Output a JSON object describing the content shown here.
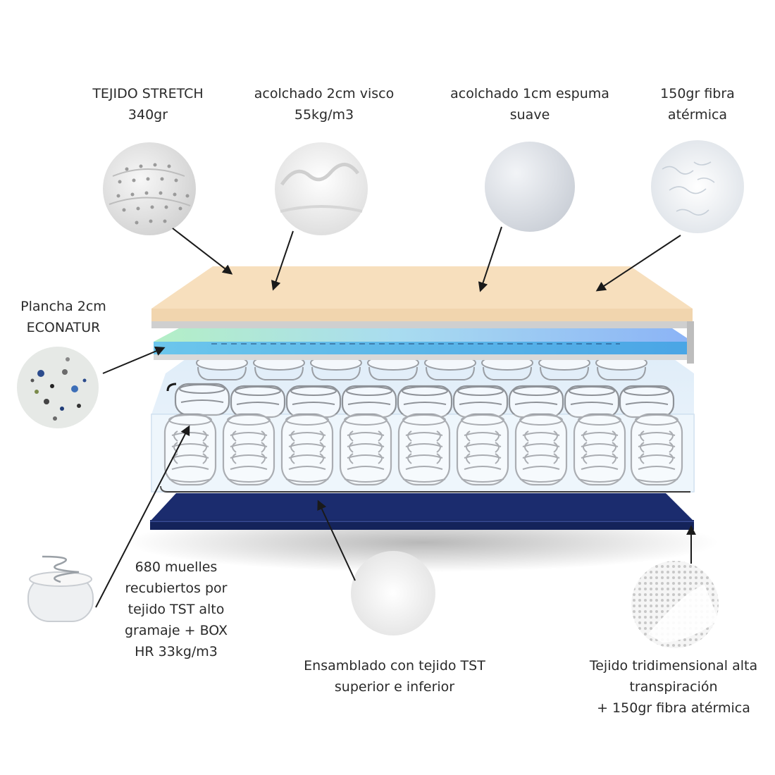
{
  "labels": {
    "tejido_stretch": [
      "TEJIDO STRETCH",
      "340gr"
    ],
    "visco": [
      "acolchado 2cm visco",
      "55kg/m3"
    ],
    "espuma": [
      "acolchado 1cm espuma",
      "suave"
    ],
    "fibra": [
      "150gr fibra",
      "atérmica"
    ],
    "plancha": [
      "Plancha 2cm",
      "ECONATUR"
    ],
    "muelles": [
      "680 muelles",
      "recubiertos por",
      "tejido TST alto",
      "gramaje + BOX",
      "HR 33kg/m3"
    ],
    "ensamblado": [
      "Ensamblado con tejido TST",
      "superior e inferior"
    ],
    "tridimensional": [
      "Tejido tridimensional alta",
      "transpiración",
      "+ 150gr fibra atérmica"
    ]
  },
  "colors": {
    "top_layer": "#f7dfbd",
    "top_edge": "#ecd0a8",
    "foam_green": "#b6eec7",
    "foam_blue": "#8bb8f5",
    "foam_edge": "#62b8e8",
    "base_blue": "#1b2c6e",
    "base_edge": "#2a3d8a",
    "springs_box": "#eaf3fb",
    "spring_stroke": "#9a9ea4",
    "arrow": "#1a1a1a",
    "text": "#2a2a2a"
  },
  "icons": {
    "tejido_stretch": "quilted-fabric-swatch",
    "visco": "memory-foam-swatch",
    "espuma": "soft-foam-swatch",
    "fibra": "fiber-swatch",
    "plancha": "recycled-foam-swatch",
    "muelles": "pocket-spring-swatch",
    "ensamblado": "tst-fabric-swatch",
    "tridimensional": "3d-mesh-fabric-swatch"
  }
}
